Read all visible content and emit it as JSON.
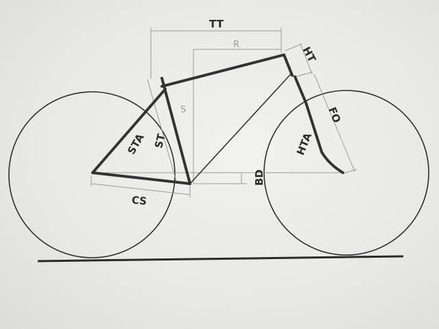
{
  "labels": {
    "tt": "TT",
    "r": "R",
    "ht": "HT",
    "s": "S",
    "sta": "STA",
    "st": "ST",
    "fo": "FO",
    "hta": "HTA",
    "bd": "BD",
    "cs": "CS"
  },
  "colors": {
    "frame": "#333333",
    "dimension": "#9a9a9a",
    "background": "#ececea"
  }
}
